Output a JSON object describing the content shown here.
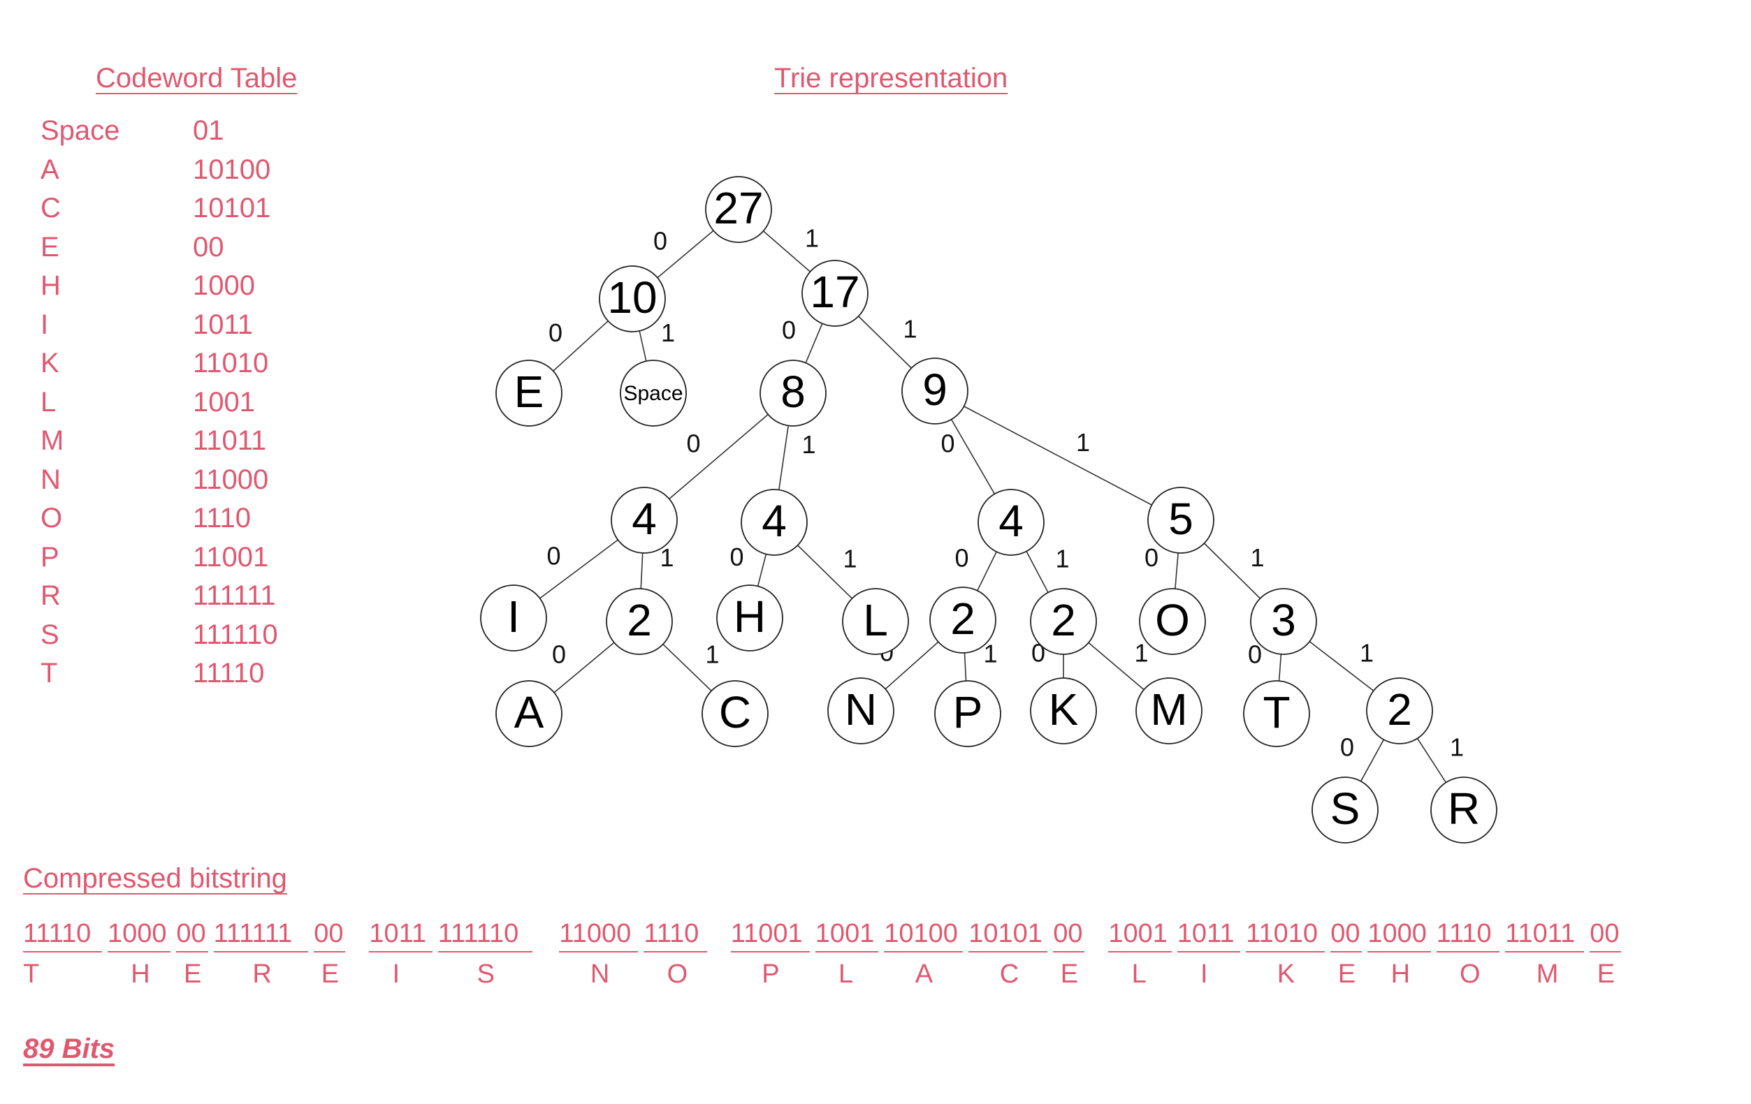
{
  "headings": {
    "codeword_table": "Codeword Table",
    "trie": "Trie representation",
    "compressed": "Compressed bitstring"
  },
  "accent_color": "#e0586f",
  "codeword_table": [
    {
      "symbol": "Space",
      "code": "01"
    },
    {
      "symbol": "A",
      "code": "10100"
    },
    {
      "symbol": "C",
      "code": "10101"
    },
    {
      "symbol": "E",
      "code": "00"
    },
    {
      "symbol": "H",
      "code": "1000"
    },
    {
      "symbol": "I",
      "code": "1011"
    },
    {
      "symbol": "K",
      "code": "11010"
    },
    {
      "symbol": "L",
      "code": "1001"
    },
    {
      "symbol": "M",
      "code": "11011"
    },
    {
      "symbol": "N",
      "code": "11000"
    },
    {
      "symbol": "O",
      "code": "1110"
    },
    {
      "symbol": "P",
      "code": "11001"
    },
    {
      "symbol": "R",
      "code": "111111"
    },
    {
      "symbol": "S",
      "code": "111110"
    },
    {
      "symbol": "T",
      "code": "11110"
    }
  ],
  "trie": {
    "nodes": [
      {
        "id": "root",
        "label": "27"
      },
      {
        "id": "n10",
        "label": "10",
        "parent": "root",
        "edge": "0"
      },
      {
        "id": "n17",
        "label": "17",
        "parent": "root",
        "edge": "1"
      },
      {
        "id": "E",
        "label": "E",
        "parent": "n10",
        "edge": "0"
      },
      {
        "id": "Space",
        "label": "Space",
        "parent": "n10",
        "edge": "1"
      },
      {
        "id": "n8",
        "label": "8",
        "parent": "n17",
        "edge": "0"
      },
      {
        "id": "n9",
        "label": "9",
        "parent": "n17",
        "edge": "1"
      },
      {
        "id": "n4a",
        "label": "4",
        "parent": "n8",
        "edge": "0"
      },
      {
        "id": "n4b",
        "label": "4",
        "parent": "n8",
        "edge": "1"
      },
      {
        "id": "n4c",
        "label": "4",
        "parent": "n9",
        "edge": "0"
      },
      {
        "id": "n5",
        "label": "5",
        "parent": "n9",
        "edge": "1"
      },
      {
        "id": "I",
        "label": "I",
        "parent": "n4a",
        "edge": "0"
      },
      {
        "id": "n2a",
        "label": "2",
        "parent": "n4a",
        "edge": "1"
      },
      {
        "id": "H",
        "label": "H",
        "parent": "n4b",
        "edge": "0"
      },
      {
        "id": "L",
        "label": "L",
        "parent": "n4b",
        "edge": "1"
      },
      {
        "id": "n2b",
        "label": "2",
        "parent": "n4c",
        "edge": "0"
      },
      {
        "id": "n2c",
        "label": "2",
        "parent": "n4c",
        "edge": "1"
      },
      {
        "id": "O",
        "label": "O",
        "parent": "n5",
        "edge": "0"
      },
      {
        "id": "n3",
        "label": "3",
        "parent": "n5",
        "edge": "1"
      },
      {
        "id": "A",
        "label": "A",
        "parent": "n2a",
        "edge": "0"
      },
      {
        "id": "C",
        "label": "C",
        "parent": "n2a",
        "edge": "1"
      },
      {
        "id": "N",
        "label": "N",
        "parent": "n2b",
        "edge": "0"
      },
      {
        "id": "P",
        "label": "P",
        "parent": "n2b",
        "edge": "1"
      },
      {
        "id": "K",
        "label": "K",
        "parent": "n2c",
        "edge": "0"
      },
      {
        "id": "M",
        "label": "M",
        "parent": "n2c",
        "edge": "1"
      },
      {
        "id": "T",
        "label": "T",
        "parent": "n3",
        "edge": "0"
      },
      {
        "id": "n2d",
        "label": "2",
        "parent": "n3",
        "edge": "1"
      },
      {
        "id": "S",
        "label": "S",
        "parent": "n2d",
        "edge": "0"
      },
      {
        "id": "R",
        "label": "R",
        "parent": "n2d",
        "edge": "1"
      }
    ]
  },
  "compressed_bitstring": [
    {
      "bits": "11110",
      "letter": "T"
    },
    {
      "bits": "1000",
      "letter": "H"
    },
    {
      "bits": "00",
      "letter": "E"
    },
    {
      "bits": "111111",
      "letter": "R"
    },
    {
      "bits": "00",
      "letter": "E"
    },
    {
      "bits": "1011",
      "letter": "I"
    },
    {
      "bits": "111110",
      "letter": "S"
    },
    {
      "bits": "11000",
      "letter": "N"
    },
    {
      "bits": "1110",
      "letter": "O"
    },
    {
      "bits": "11001",
      "letter": "P"
    },
    {
      "bits": "1001",
      "letter": "L"
    },
    {
      "bits": "10100",
      "letter": "A"
    },
    {
      "bits": "10101",
      "letter": "C"
    },
    {
      "bits": "00",
      "letter": "E"
    },
    {
      "bits": "1001",
      "letter": "L"
    },
    {
      "bits": "1011",
      "letter": "I"
    },
    {
      "bits": "11010",
      "letter": "K"
    },
    {
      "bits": "00",
      "letter": "E"
    },
    {
      "bits": "1000",
      "letter": "H"
    },
    {
      "bits": "1110",
      "letter": "O"
    },
    {
      "bits": "11011",
      "letter": "M"
    },
    {
      "bits": "00",
      "letter": "E"
    }
  ],
  "total_bits": "89 Bits"
}
